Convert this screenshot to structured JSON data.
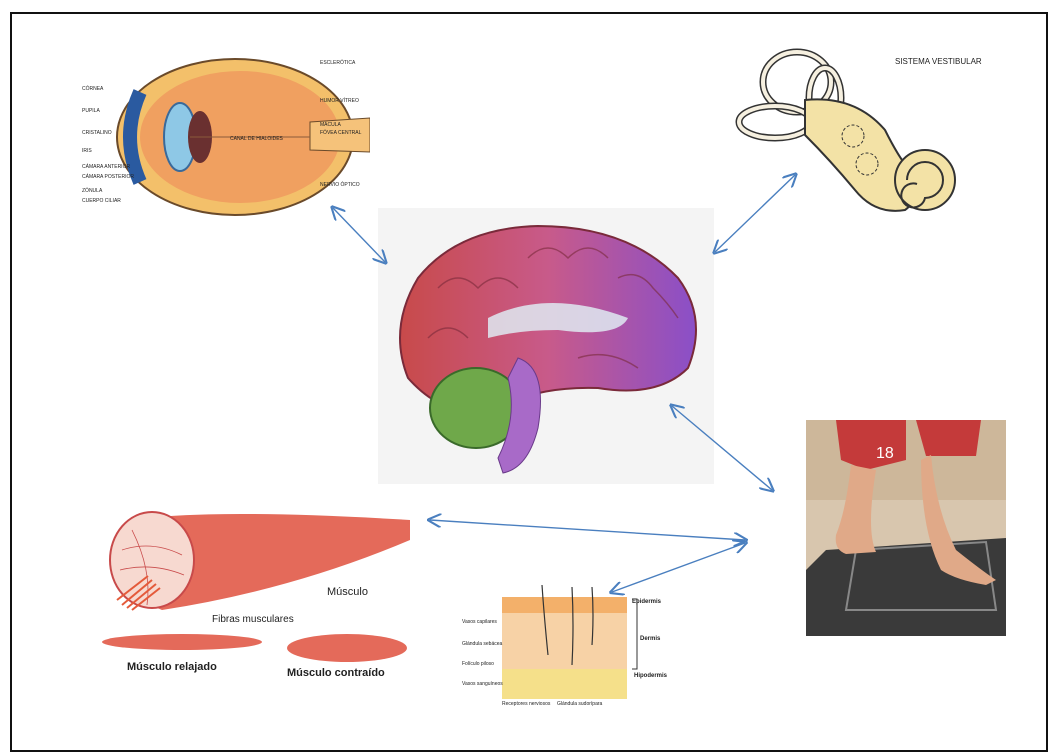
{
  "vestibular_title": "SISTEMA VESTIBULAR",
  "eye_labels": [
    "CÓRNEA",
    "PUPILA",
    "CRISTALINO",
    "IRIS",
    "CÁMARA ANTERIOR",
    "CÁMARA POSTERIOR",
    "ZÓNULA",
    "CUERPO CILIAR",
    "ESCLERÓTICA",
    "HUMOR VÍTREO",
    "MÁCULA",
    "FÓVEA CENTRAL",
    "NERVIO ÓPTICO",
    "CANAL DE HIALOIDES"
  ],
  "muscle": {
    "fibers_label": "Fibras musculares",
    "muscle_label": "Músculo",
    "relaxed_label": "Músculo relajado",
    "contracted_label": "Músculo contraído"
  },
  "skin": {
    "layers": [
      "Epidermis",
      "Dermis",
      "Hipodermis"
    ],
    "left_labels": [
      "Vasos capilares",
      "Glándula sebácea",
      "Folículo piloso",
      "Vasos sanguíneos"
    ],
    "bottom_labels": [
      "Receptores nerviosos",
      "Glándula sudorípara"
    ]
  },
  "jersey_number": "18",
  "colors": {
    "arrow": "#4a7fbf",
    "muscle": "#e46a5a",
    "brain_front": "#c84a4a",
    "brain_back": "#8a4fc8",
    "cerebellum": "#6fa84a"
  }
}
